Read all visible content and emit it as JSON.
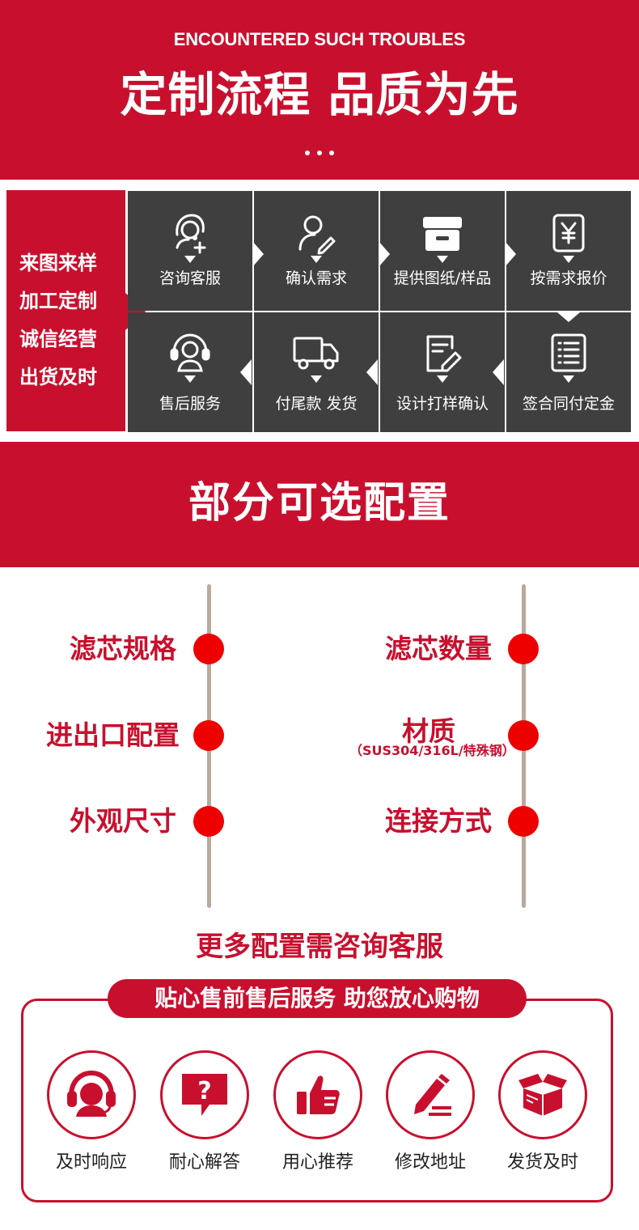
{
  "hero": {
    "subtitle_en": "ENCOUNTERED SUCH TROUBLES",
    "title_cn": "定制流程 品质为先"
  },
  "process": {
    "side_lines": [
      "来图来样",
      "加工定制",
      "诚信经营",
      "出货及时"
    ],
    "steps": [
      {
        "label": "咨询客服",
        "icon": "customer-service-icon"
      },
      {
        "label": "确认需求",
        "icon": "user-edit-icon"
      },
      {
        "label": "提供图纸/样品",
        "icon": "box-icon"
      },
      {
        "label": "按需求报价",
        "icon": "yuan-tag-icon"
      },
      {
        "label": "签合同付定金",
        "icon": "contract-list-icon"
      },
      {
        "label": "设计打样确认",
        "icon": "design-check-icon"
      },
      {
        "label": "付尾款 发货",
        "icon": "truck-icon"
      },
      {
        "label": "售后服务",
        "icon": "headset-icon"
      }
    ]
  },
  "config": {
    "title": "部分可选配置",
    "left_options": [
      "滤芯规格",
      "进出口配置",
      "外观尺寸"
    ],
    "right_options": [
      "滤芯数量",
      "材质",
      "连接方式"
    ],
    "material_note": "（SUS304/316L/特殊钢）",
    "more": "更多配置需咨询客服"
  },
  "service": {
    "banner": "贴心售前售后服务  助您放心购物",
    "items": [
      {
        "label": "及时响应",
        "icon": "headset-agent-icon"
      },
      {
        "label": "耐心解答",
        "icon": "question-bubble-icon"
      },
      {
        "label": "用心推荐",
        "icon": "thumbs-up-icon"
      },
      {
        "label": "修改地址",
        "icon": "pencil-edit-icon"
      },
      {
        "label": "发货及时",
        "icon": "open-box-icon"
      }
    ]
  },
  "colors": {
    "brand_red": "#c8102e",
    "dot_red": "#ee0000",
    "cell_gray": "#3f3f3f",
    "line_taupe": "#b7aa9e"
  }
}
